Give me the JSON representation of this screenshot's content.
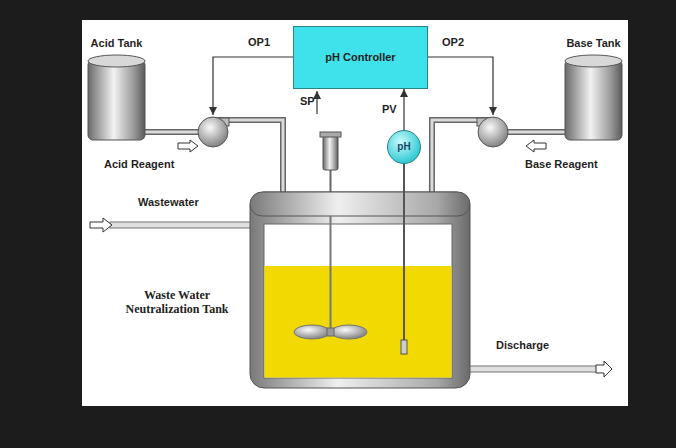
{
  "diagram": {
    "nodes": [
      {
        "text": [
          "Acid Tank"
        ]
      },
      {
        "text": [
          "pH Controller"
        ]
      },
      {
        "text": [
          "Base Tank"
        ]
      },
      {
        "text": [
          "pH"
        ]
      },
      {
        "text": [
          "Waste Water Neutralization Tank"
        ]
      }
    ],
    "edges": [
      {
        "from": 0,
        "to": 4,
        "arrow": "none"
      },
      {
        "from": 2,
        "to": 4,
        "arrow": "none"
      },
      {
        "from": 3,
        "to": 1,
        "label": "PV",
        "arrow": "to"
      },
      {
        "from": 3,
        "to": 4,
        "arrow": "none"
      }
    ],
    "labels": [
      "OP1",
      "OP2",
      "SP",
      "Acid Reagent",
      "Base Reagent",
      "Wastewater",
      "Discharge"
    ]
  }
}
